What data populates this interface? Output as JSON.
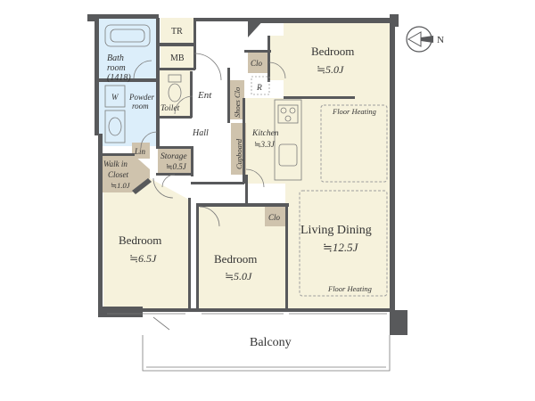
{
  "colors": {
    "room_fill": "#f6f2dc",
    "wet_fill": "#dceefa",
    "storage_fill": "#cfc3ad",
    "living_heating_fill": "#f4dfc8",
    "wall": "#58595b",
    "background": "#ffffff"
  },
  "compass": {
    "label": "N",
    "icon": "north-arrow-icon"
  },
  "rooms": {
    "bedroom_north": {
      "name": "Bedroom",
      "size": "≒5.0J"
    },
    "bedroom_west": {
      "name": "Bedroom",
      "size": "≒6.5J"
    },
    "bedroom_center": {
      "name": "Bedroom",
      "size": "≒5.0J"
    },
    "living_dining": {
      "name": "Living Dining",
      "size": "≒12.5J"
    },
    "kitchen": {
      "name": "Kitchen",
      "size": "≒3.3J"
    },
    "storage": {
      "name": "Storage",
      "size": "≒0.5J"
    },
    "walk_in_closet": {
      "line1": "Walk in",
      "line2": "Closet",
      "size": "≒1.0J"
    },
    "bath": {
      "line1": "Bath",
      "line2": "room",
      "line3": "(1418)"
    },
    "powder": {
      "line1": "Powder",
      "line2": "room"
    },
    "toilet": "Toilet",
    "entrance": "Ent",
    "hall": "Hall",
    "balcony": "Balcony"
  },
  "labels": {
    "tr": "TR",
    "mb": "MB",
    "w": "W",
    "lin": "Lin",
    "clo_north": "Clo",
    "clo_center": "Clo",
    "shoes_clo": "Shoes Clo",
    "cupboard": "Cupboard",
    "r": "R",
    "floor_heating_top": "Floor Heating",
    "floor_heating_bottom": "Floor Heating"
  }
}
